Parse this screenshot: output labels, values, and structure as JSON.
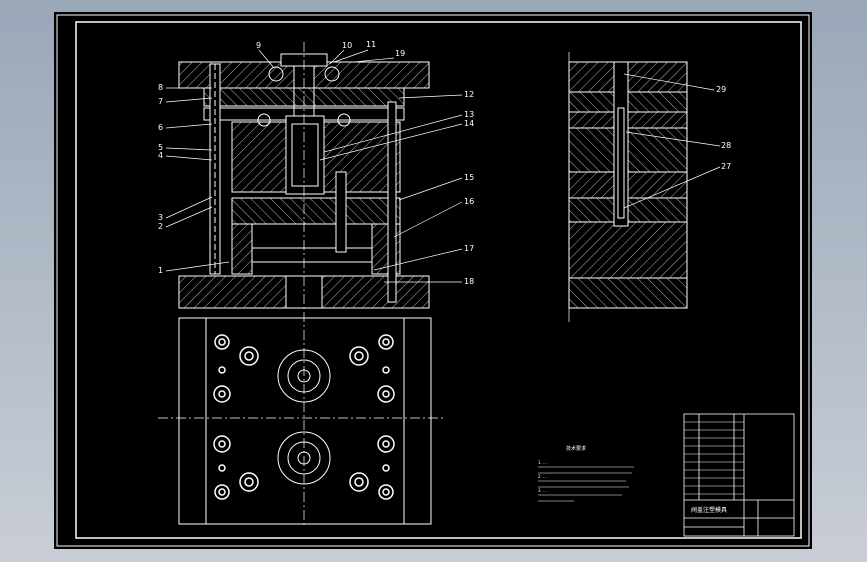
{
  "colors": {
    "background": "#000000",
    "lines": "#ffffff",
    "viewer_bg": "#b4bcc8"
  },
  "callouts_left": [
    "1",
    "2",
    "3",
    "4",
    "5",
    "6",
    "7",
    "8"
  ],
  "callouts_top": [
    "9",
    "10",
    "11",
    "19"
  ],
  "callouts_right": [
    "12",
    "13",
    "14",
    "15",
    "16",
    "17",
    "18"
  ],
  "callouts_section": [
    "27",
    "28",
    "29"
  ],
  "notes": {
    "title": "技术要求",
    "lines": [
      "1. ...",
      "2. ...",
      "3. ..."
    ]
  },
  "title_block": {
    "drawing_name": "阀盖注塑模具"
  }
}
